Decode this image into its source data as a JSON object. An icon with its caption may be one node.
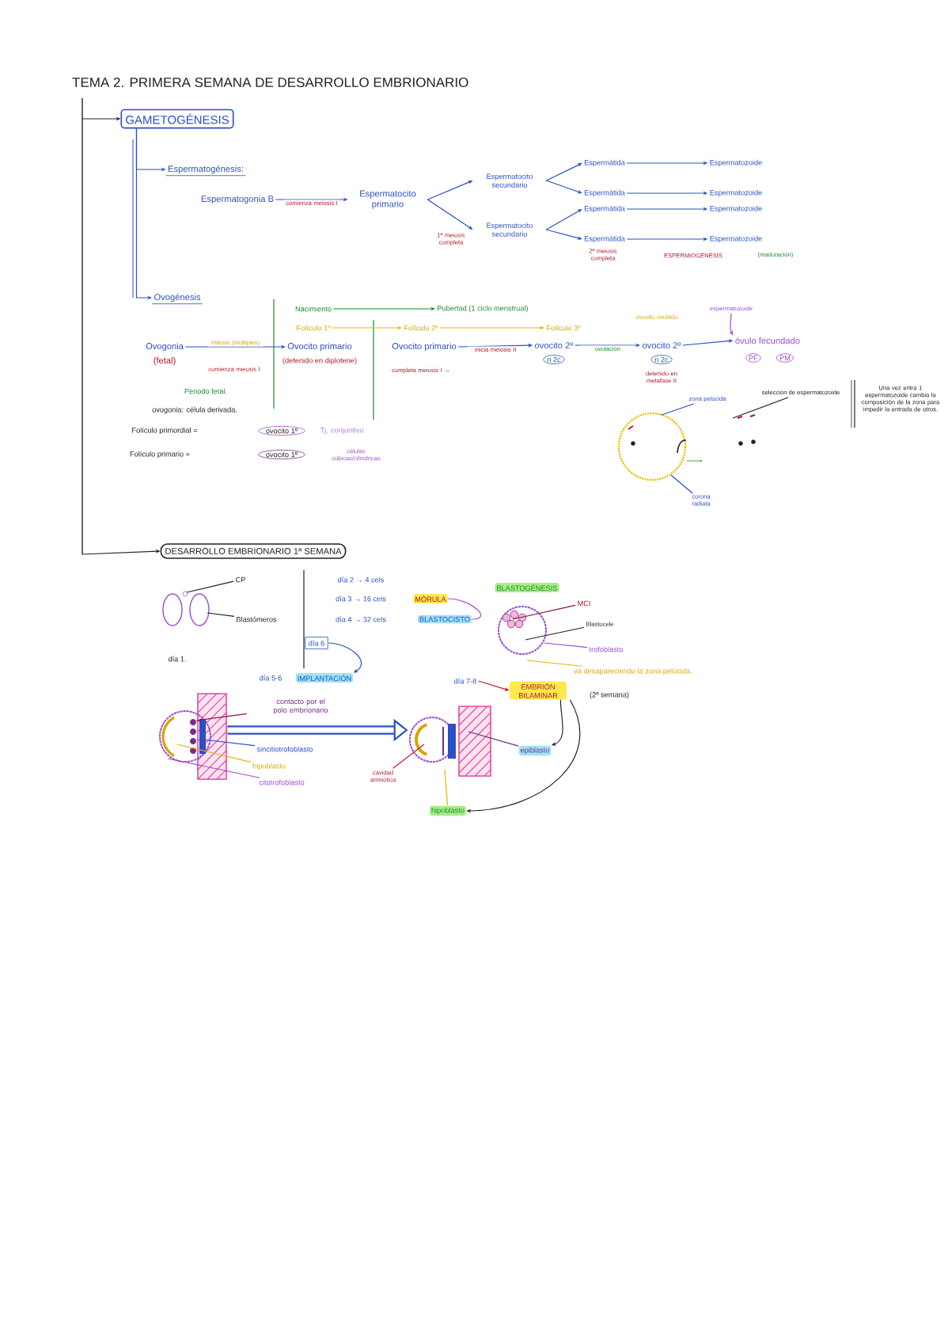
{
  "diagram": {
    "title": "TEMA 2. PRIMERA SEMANA DE DESARROLLO EMBRIONARIO",
    "nodes": [
      {
        "text": [
          "GAMETOGÉNESIS"
        ]
      },
      {
        "text": [
          "Espermatogénesis:"
        ]
      },
      {
        "text": [
          "Espermatogonia B"
        ]
      },
      {
        "text": [
          "Espermatocito primario"
        ]
      },
      {
        "text": [
          "Espermatocito secundario"
        ]
      },
      {
        "text": [
          "Espermatocito secundario"
        ]
      },
      {
        "text": [
          "Espermátida"
        ]
      },
      {
        "text": [
          "Espermátida"
        ]
      },
      {
        "text": [
          "Espermátida"
        ]
      },
      {
        "text": [
          "Espermátida"
        ]
      },
      {
        "text": [
          "Espermatozoide"
        ]
      },
      {
        "text": [
          "Espermatozoide"
        ]
      },
      {
        "text": [
          "Espermatozoide"
        ]
      },
      {
        "text": [
          "Espermatozoide"
        ]
      },
      {
        "text": [
          "Ovogénesis"
        ]
      },
      {
        "text": [
          "Ovogonia",
          "(fetal)"
        ]
      },
      {
        "text": [
          "Ovocito primario",
          "(detenido en diplotene)"
        ]
      },
      {
        "text": [
          "Ovocito primario"
        ]
      },
      {
        "text": [
          "ovocito 2º",
          "n 2c"
        ]
      },
      {
        "text": [
          "ovocito 2º",
          "n 2c"
        ]
      },
      {
        "text": [
          "óvulo fecundado",
          "PF",
          "PM"
        ]
      },
      {
        "text": [
          "Nacimiento"
        ]
      },
      {
        "text": [
          "Pubertad (1 ciclo menstrual)"
        ]
      },
      {
        "text": [
          "Folículo 1º"
        ]
      },
      {
        "text": [
          "Folículo 2º"
        ]
      },
      {
        "text": [
          "Folículo 3º"
        ]
      },
      {
        "text": [
          "espermatozoide"
        ]
      },
      {
        "text": [
          "selección de espermatozoide"
        ]
      },
      {
        "text": [
          "zona pelúcida"
        ]
      },
      {
        "text": [
          "corona radiata"
        ]
      },
      {
        "text": [
          "DESARROLLO EMBRIONARIO 1ª SEMANA"
        ]
      },
      {
        "text": [
          "CP"
        ]
      },
      {
        "text": [
          "Blastómeros"
        ]
      },
      {
        "text": [
          "día 6"
        ]
      },
      {
        "text": [
          "MÓRULA"
        ]
      },
      {
        "text": [
          "BLASTOGÉNESIS"
        ]
      },
      {
        "text": [
          "BLASTOCISTO"
        ]
      },
      {
        "text": [
          "MCI"
        ]
      },
      {
        "text": [
          "Blastocele"
        ]
      },
      {
        "text": [
          "trofoblasto"
        ]
      },
      {
        "text": [
          "va desapareciendo la zona pelúcida."
        ]
      },
      {
        "text": [
          "IMPLANTACIÓN"
        ],
        "beside": [
          "día 5-6"
        ]
      },
      {
        "text": [
          "contacto por el polo embrionario"
        ]
      },
      {
        "text": [
          "sincitiotrofoblasto"
        ]
      },
      {
        "text": [
          "hipoblasto"
        ]
      },
      {
        "text": [
          "citotrofoblasto"
        ]
      },
      {
        "text": [
          "día 7-8"
        ]
      },
      {
        "text": [
          "EMBRIÓN BILAMINAR"
        ],
        "beside": [
          "(2ª semana)"
        ]
      },
      {
        "text": [
          "epiblasto"
        ]
      },
      {
        "text": [
          "cavidad amniótica"
        ]
      },
      {
        "text": [
          "hipoblasto"
        ]
      },
      {
        "text": [],
        "shape": "picture"
      },
      {
        "text": [],
        "shape": "picture"
      },
      {
        "text": [],
        "shape": "picture"
      },
      {
        "text": [],
        "shape": "picture"
      },
      {
        "text": [],
        "shape": "picture"
      }
    ],
    "edges": [
      {
        "from": null,
        "to": 0,
        "arrow": "to",
        "color": "#222222"
      },
      {
        "from": null,
        "to": 30,
        "arrow": "to",
        "color": "#222222"
      },
      {
        "from": 0,
        "to": 1,
        "arrow": "to"
      },
      {
        "from": 0,
        "to": 14,
        "arrow": "to"
      },
      {
        "from": 2,
        "to": 3,
        "arrow": "to",
        "label": "comienza meiosis I"
      },
      {
        "from": 3,
        "to": 4,
        "arrow": "to"
      },
      {
        "from": 3,
        "to": 5,
        "arrow": "to"
      },
      {
        "from": 4,
        "to": 6,
        "arrow": "to"
      },
      {
        "from": 4,
        "to": 7,
        "arrow": "to"
      },
      {
        "from": 5,
        "to": 8,
        "arrow": "to"
      },
      {
        "from": 5,
        "to": 9,
        "arrow": "to"
      },
      {
        "from": 6,
        "to": 10,
        "arrow": "to"
      },
      {
        "from": 7,
        "to": 11,
        "arrow": "to"
      },
      {
        "from": 8,
        "to": 12,
        "arrow": "to"
      },
      {
        "from": 9,
        "to": 13,
        "arrow": "to"
      },
      {
        "from": 15,
        "to": 16,
        "arrow": "to",
        "label": "mitosis (múltiples)"
      },
      {
        "from": 17,
        "to": 18,
        "arrow": "to",
        "label": "inicia meiosis II"
      },
      {
        "from": 18,
        "to": 19,
        "arrow": "to",
        "label": "ovulación"
      },
      {
        "from": 19,
        "to": 20,
        "arrow": "to"
      },
      {
        "from": 26,
        "to": 20,
        "arrow": "to",
        "color": "#9b4dd1"
      },
      {
        "from": 21,
        "to": 22,
        "arrow": "to",
        "color": "#1c8a2e"
      },
      {
        "from": 23,
        "to": 24,
        "arrow": "to",
        "color": "#e8b400"
      },
      {
        "from": 24,
        "to": 25,
        "arrow": "to",
        "color": "#e8b400"
      },
      {
        "from": 27,
        "to": 51,
        "arrow": "none",
        "color": "#222222"
      },
      {
        "from": 28,
        "to": 51,
        "arrow": "none"
      },
      {
        "from": 29,
        "to": 51,
        "arrow": "none"
      },
      {
        "from": 31,
        "to": 52,
        "arrow": "none",
        "color": "#222222"
      },
      {
        "from": 32,
        "to": 52,
        "arrow": "none",
        "color": "#222222"
      },
      {
        "from": 33,
        "to": 41,
        "arrow": "to"
      },
      {
        "from": 34,
        "to": 36,
        "arrow": "none",
        "color": "#9b4dd1"
      },
      {
        "from": 37,
        "to": 53,
        "arrow": "none",
        "color": "#8a1538"
      },
      {
        "from": 38,
        "to": 53,
        "arrow": "none",
        "color": "#222222"
      },
      {
        "from": 39,
        "to": 53,
        "arrow": "none",
        "color": "#9b4dd1"
      },
      {
        "from": 40,
        "to": 53,
        "arrow": "none",
        "color": "#e8b400"
      },
      {
        "from": 42,
        "to": 54,
        "arrow": "none",
        "color": "#8a1538"
      },
      {
        "from": 43,
        "to": 54,
        "arrow": "none"
      },
      {
        "from": 44,
        "to": 54,
        "arrow": "none",
        "color": "#e8b400"
      },
      {
        "from": 45,
        "to": 54,
        "arrow": "none",
        "color": "#9b4dd1"
      },
      {
        "from": 46,
        "to": 47,
        "arrow": "to",
        "color": "#c0182a"
      },
      {
        "from": 47,
        "to": 48,
        "arrow": "to",
        "color": "#222222"
      },
      {
        "from": 47,
        "to": 50,
        "arrow": "to",
        "color": "#222222"
      },
      {
        "from": 48,
        "to": 55,
        "arrow": "none",
        "color": "#6a2a8a"
      },
      {
        "from": 49,
        "to": 55,
        "arrow": "none",
        "color": "#c0182a"
      },
      {
        "from": 50,
        "to": 55,
        "arrow": "none",
        "color": "#e8b400"
      },
      {
        "from": 54,
        "to": 55,
        "arrow": "to",
        "style": "thick"
      }
    ],
    "labels": [
      "1ª meiosis completa",
      "2ª meiosis completa",
      "ESPERMIOGÉNESIS",
      "(maduración)",
      "comienza meiosis I",
      "Periodo fetal.",
      "completa meiosis I →",
      "ovocito ovulado",
      "detenido en metafase II",
      "ovogonia: célula derivada.",
      "Folículo primordial =",
      "ovocito 1º",
      "Tj. conjuntivo",
      "Folículo primario =",
      "ovocito 1º",
      "células cúbicas/cilíndricas",
      "Una vez entra 1 espermatozoide cambia la composición de la zona para impedir la entrada de otros.",
      "día 1.",
      "día 2 → 4 cels",
      "día 3 → 16 cels",
      "día 4 → 32 cels"
    ]
  }
}
